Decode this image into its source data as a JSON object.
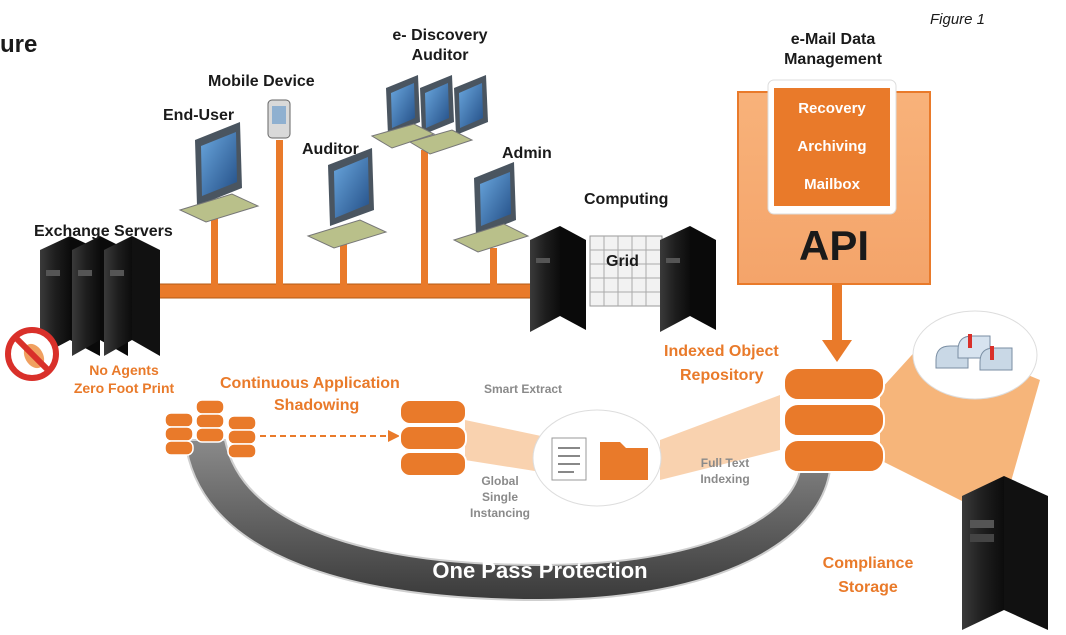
{
  "header": {
    "title_fragment": "ure",
    "figure_label": "Figure 1"
  },
  "endpoints": {
    "end_user": "End-User",
    "mobile_device": "Mobile Device",
    "auditor": "Auditor",
    "ediscovery_line1": "e- Discovery",
    "ediscovery_line2": "Auditor",
    "admin": "Admin"
  },
  "servers": {
    "exchange": "Exchange Servers",
    "computing": "Computing",
    "grid": "Grid",
    "no_agents_line1": "No Agents",
    "no_agents_line2": "Zero Foot Print"
  },
  "email_mgmt": {
    "title_line1": "e-Mail Data",
    "title_line2": "Management",
    "items": [
      "Recovery",
      "Archiving",
      "Mailbox"
    ],
    "api": "API"
  },
  "repository": {
    "indexed_line1": "Indexed Object",
    "indexed_line2": "Repository",
    "shadowing_line1": "Continuous  Application",
    "shadowing_line2": "Shadowing",
    "smart_extract": "Smart Extract",
    "global_line1": "Global",
    "global_line2": "Single",
    "global_line3": "Instancing",
    "fulltext_line1": "Full Text",
    "fulltext_line2": "Indexing",
    "one_pass": "One Pass Protection",
    "compliance_line1": "Compliance",
    "compliance_line2": "Storage"
  },
  "colors": {
    "accent": "#e97a2a",
    "accent_light": "#f5a863",
    "dark": "#1a1a1a",
    "arc": "#555555"
  }
}
